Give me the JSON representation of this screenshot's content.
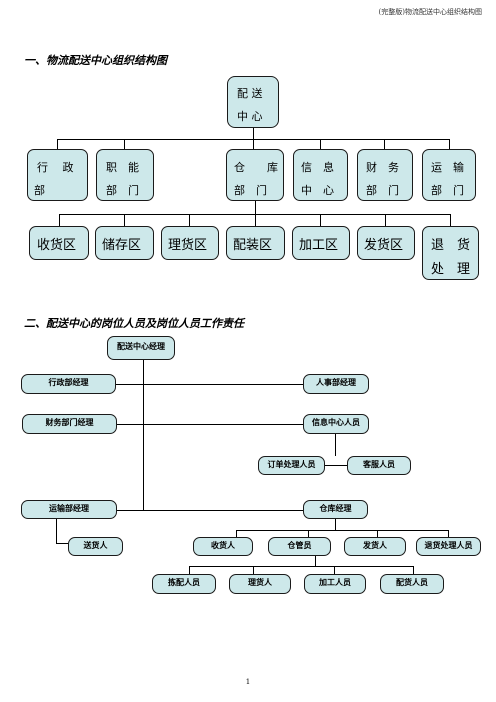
{
  "header_note": "(完整版)物流配送中心组织结构图",
  "section1_title": "一、物流配送中心组织结构图",
  "section2_title": "二、配送中心的岗位人员及岗位人员工作责任",
  "org1": {
    "root": [
      "配 送",
      "中 心"
    ],
    "departments": [
      [
        "行　 政",
        "部"
      ],
      [
        "职　能",
        "部　门"
      ],
      [
        "仓　　库",
        "部　门"
      ],
      [
        "信　息",
        "中　心"
      ],
      [
        "财　务",
        "部　门"
      ],
      [
        "运　输",
        "部　门"
      ]
    ],
    "areas": [
      "收货区",
      "储存区",
      "理货区",
      "配装区",
      "加工区",
      "发货区",
      "退　货\n处　理"
    ]
  },
  "org2": {
    "manager": "配送中心经理",
    "admin_manager": "行政部经理",
    "hr_manager": "人事部经理",
    "finance_manager": "财务部门经理",
    "info_staff": "信息中心人员",
    "order_staff": "订单处理人员",
    "service_staff": "客服人员",
    "transport_manager": "运输部经理",
    "delivery_staff": "送货人",
    "warehouse_manager": "仓库经理",
    "receiver": "收货人",
    "keeper": "仓管员",
    "shipper": "发货人",
    "returns_staff": "退货处理人员",
    "picker": "拣配人员",
    "sorter": "理货人",
    "processor": "加工人员",
    "loader": "配货人员"
  },
  "page_number": "1"
}
